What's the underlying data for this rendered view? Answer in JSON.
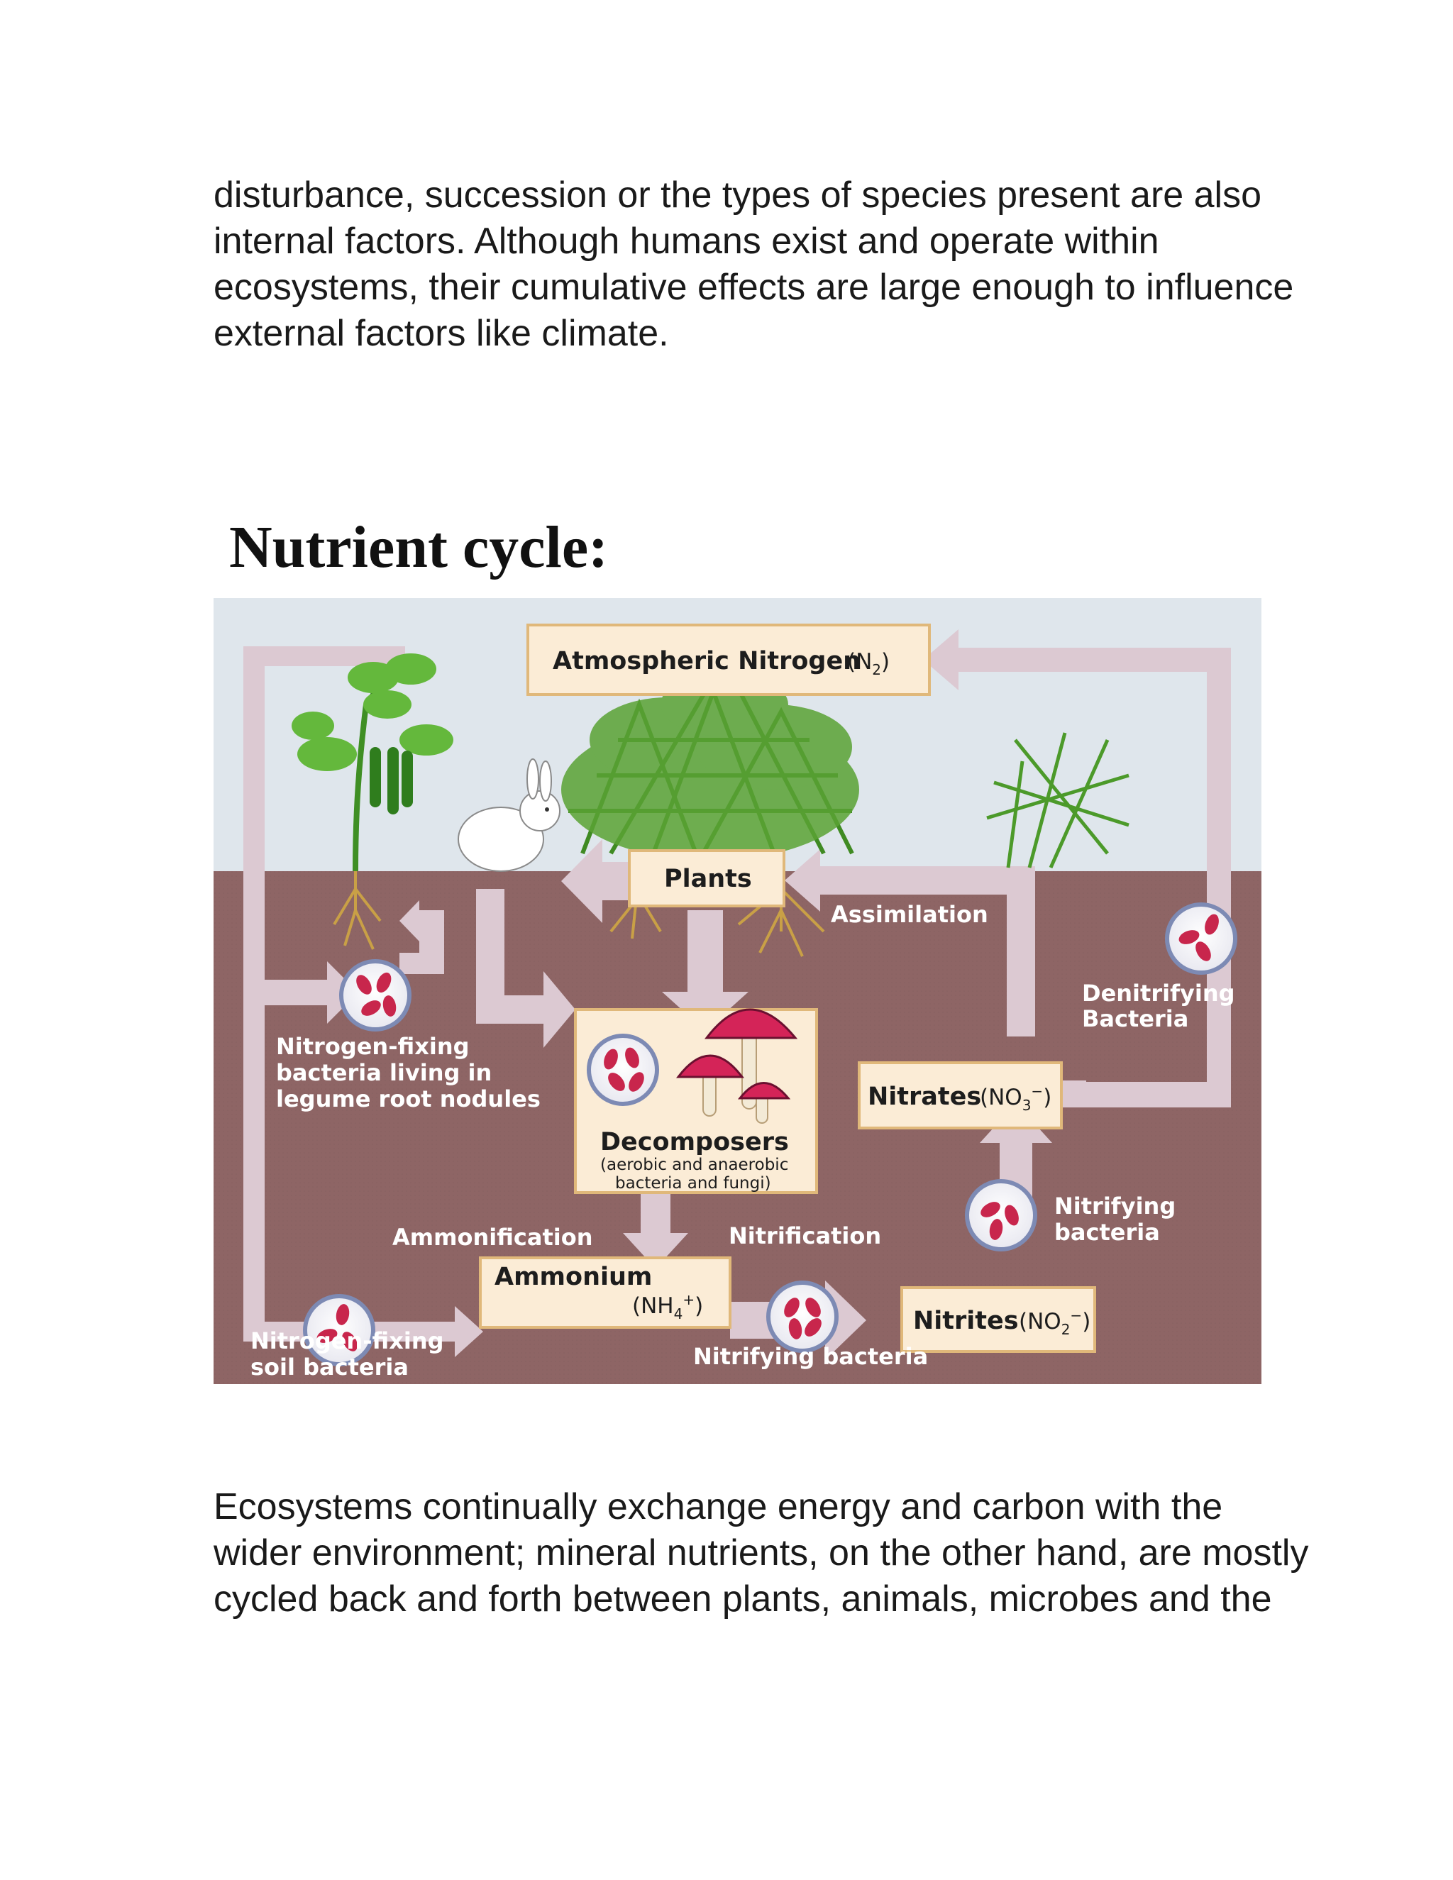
{
  "paragraph_top": [
    "disturbance, succession or the types of species present are also",
    "internal factors. Although humans exist and operate within",
    "ecosystems, their cumulative effects are large enough to influence",
    "external factors like climate."
  ],
  "heading": "Nutrient cycle:",
  "diagram": {
    "boxes": {
      "atmospheric": "Atmospheric Nitrogen",
      "atmospheric_formula": "(N",
      "atmospheric_sub": "2",
      "atmospheric_close": ")",
      "plants": "Plants",
      "decomposers": "Decomposers",
      "decomposers_note_1": "(aerobic and anaerobic",
      "decomposers_note_2": "bacteria and fungi)",
      "ammonium": "Ammonium",
      "ammonium_formula": "(NH",
      "ammonium_sub": "4",
      "ammonium_sup": "+",
      "ammonium_close": ")",
      "nitrites": "Nitrites",
      "nitrites_formula": "(NO",
      "nitrites_sub": "2",
      "nitrites_sup": "−",
      "nitrites_close": ")",
      "nitrates": "Nitrates",
      "nitrates_formula": "(NO",
      "nitrates_sub": "3",
      "nitrates_sup": "−",
      "nitrates_close": ")"
    },
    "labels": {
      "assimilation": "Assimilation",
      "denitrifying_1": "Denitrifying",
      "denitrifying_2": "Bacteria",
      "legume_1": "Nitrogen-fixing",
      "legume_2": "bacteria living in",
      "legume_3": "legume root nodules",
      "nitrifying_1": "Nitrifying",
      "nitrifying_2": "bacteria",
      "ammonification": "Ammonification",
      "nitrification": "Nitrification",
      "soil_1": "Nitrogen-fixing",
      "soil_2": "soil bacteria",
      "nitrifying_bottom": "Nitrifying bacteria"
    },
    "colors": {
      "sky": "#dfe6ec",
      "soil": "#8e6565",
      "arrow": "#dcc9d2",
      "box_fill": "#fbecd6",
      "box_border": "#e0b87a",
      "bacteria": "#c8264c",
      "leaf": "#55aa33"
    }
  },
  "paragraph_bottom": [
    "Ecosystems continually exchange energy and carbon with the",
    "wider environment; mineral nutrients, on the other hand, are mostly",
    "cycled back and forth between plants, animals, microbes and the"
  ]
}
